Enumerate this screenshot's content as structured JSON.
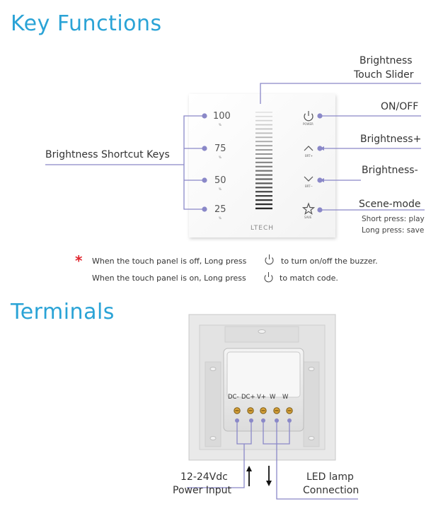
{
  "sections": {
    "key_functions_title": "Key Functions",
    "terminals_title": "Terminals"
  },
  "panel": {
    "brand": "LTECH",
    "shortcut_values": [
      "100",
      "75",
      "50",
      "25"
    ],
    "shortcut_unit": "%",
    "btn_power": "POWER",
    "btn_brt_up": "BRT+",
    "btn_brt_down": "BRT−",
    "btn_save": "SAVE"
  },
  "callouts": {
    "slider_line1": "Brightness",
    "slider_line2": "Touch Slider",
    "onoff": "ON/OFF",
    "brightness_plus": "Brightness+",
    "brightness_minus": "Brightness-",
    "scene_mode": "Scene-mode",
    "short_press": "Short press: play",
    "long_press": "Long press: save",
    "shortcut_keys": "Brightness Shortcut Keys"
  },
  "notes": {
    "asterisk": "*",
    "line1_a": "When the touch panel is off, Long press",
    "line1_b": "to turn on/off the buzzer.",
    "line2_a": "When the touch panel is on, Long press",
    "line2_b": "to match code."
  },
  "terminals": {
    "labels": [
      "DC-",
      "DC+",
      "V+",
      "W",
      "W"
    ],
    "power_line1": "12-24Vdc",
    "power_line2": "Power Input",
    "led_line1": "LED lamp",
    "led_line2": "Connection"
  },
  "colors": {
    "accent": "#2aa3d6",
    "callout_line": "#8a88c8",
    "callout_dot": "#8a88c8",
    "asterisk": "#e0262e"
  }
}
